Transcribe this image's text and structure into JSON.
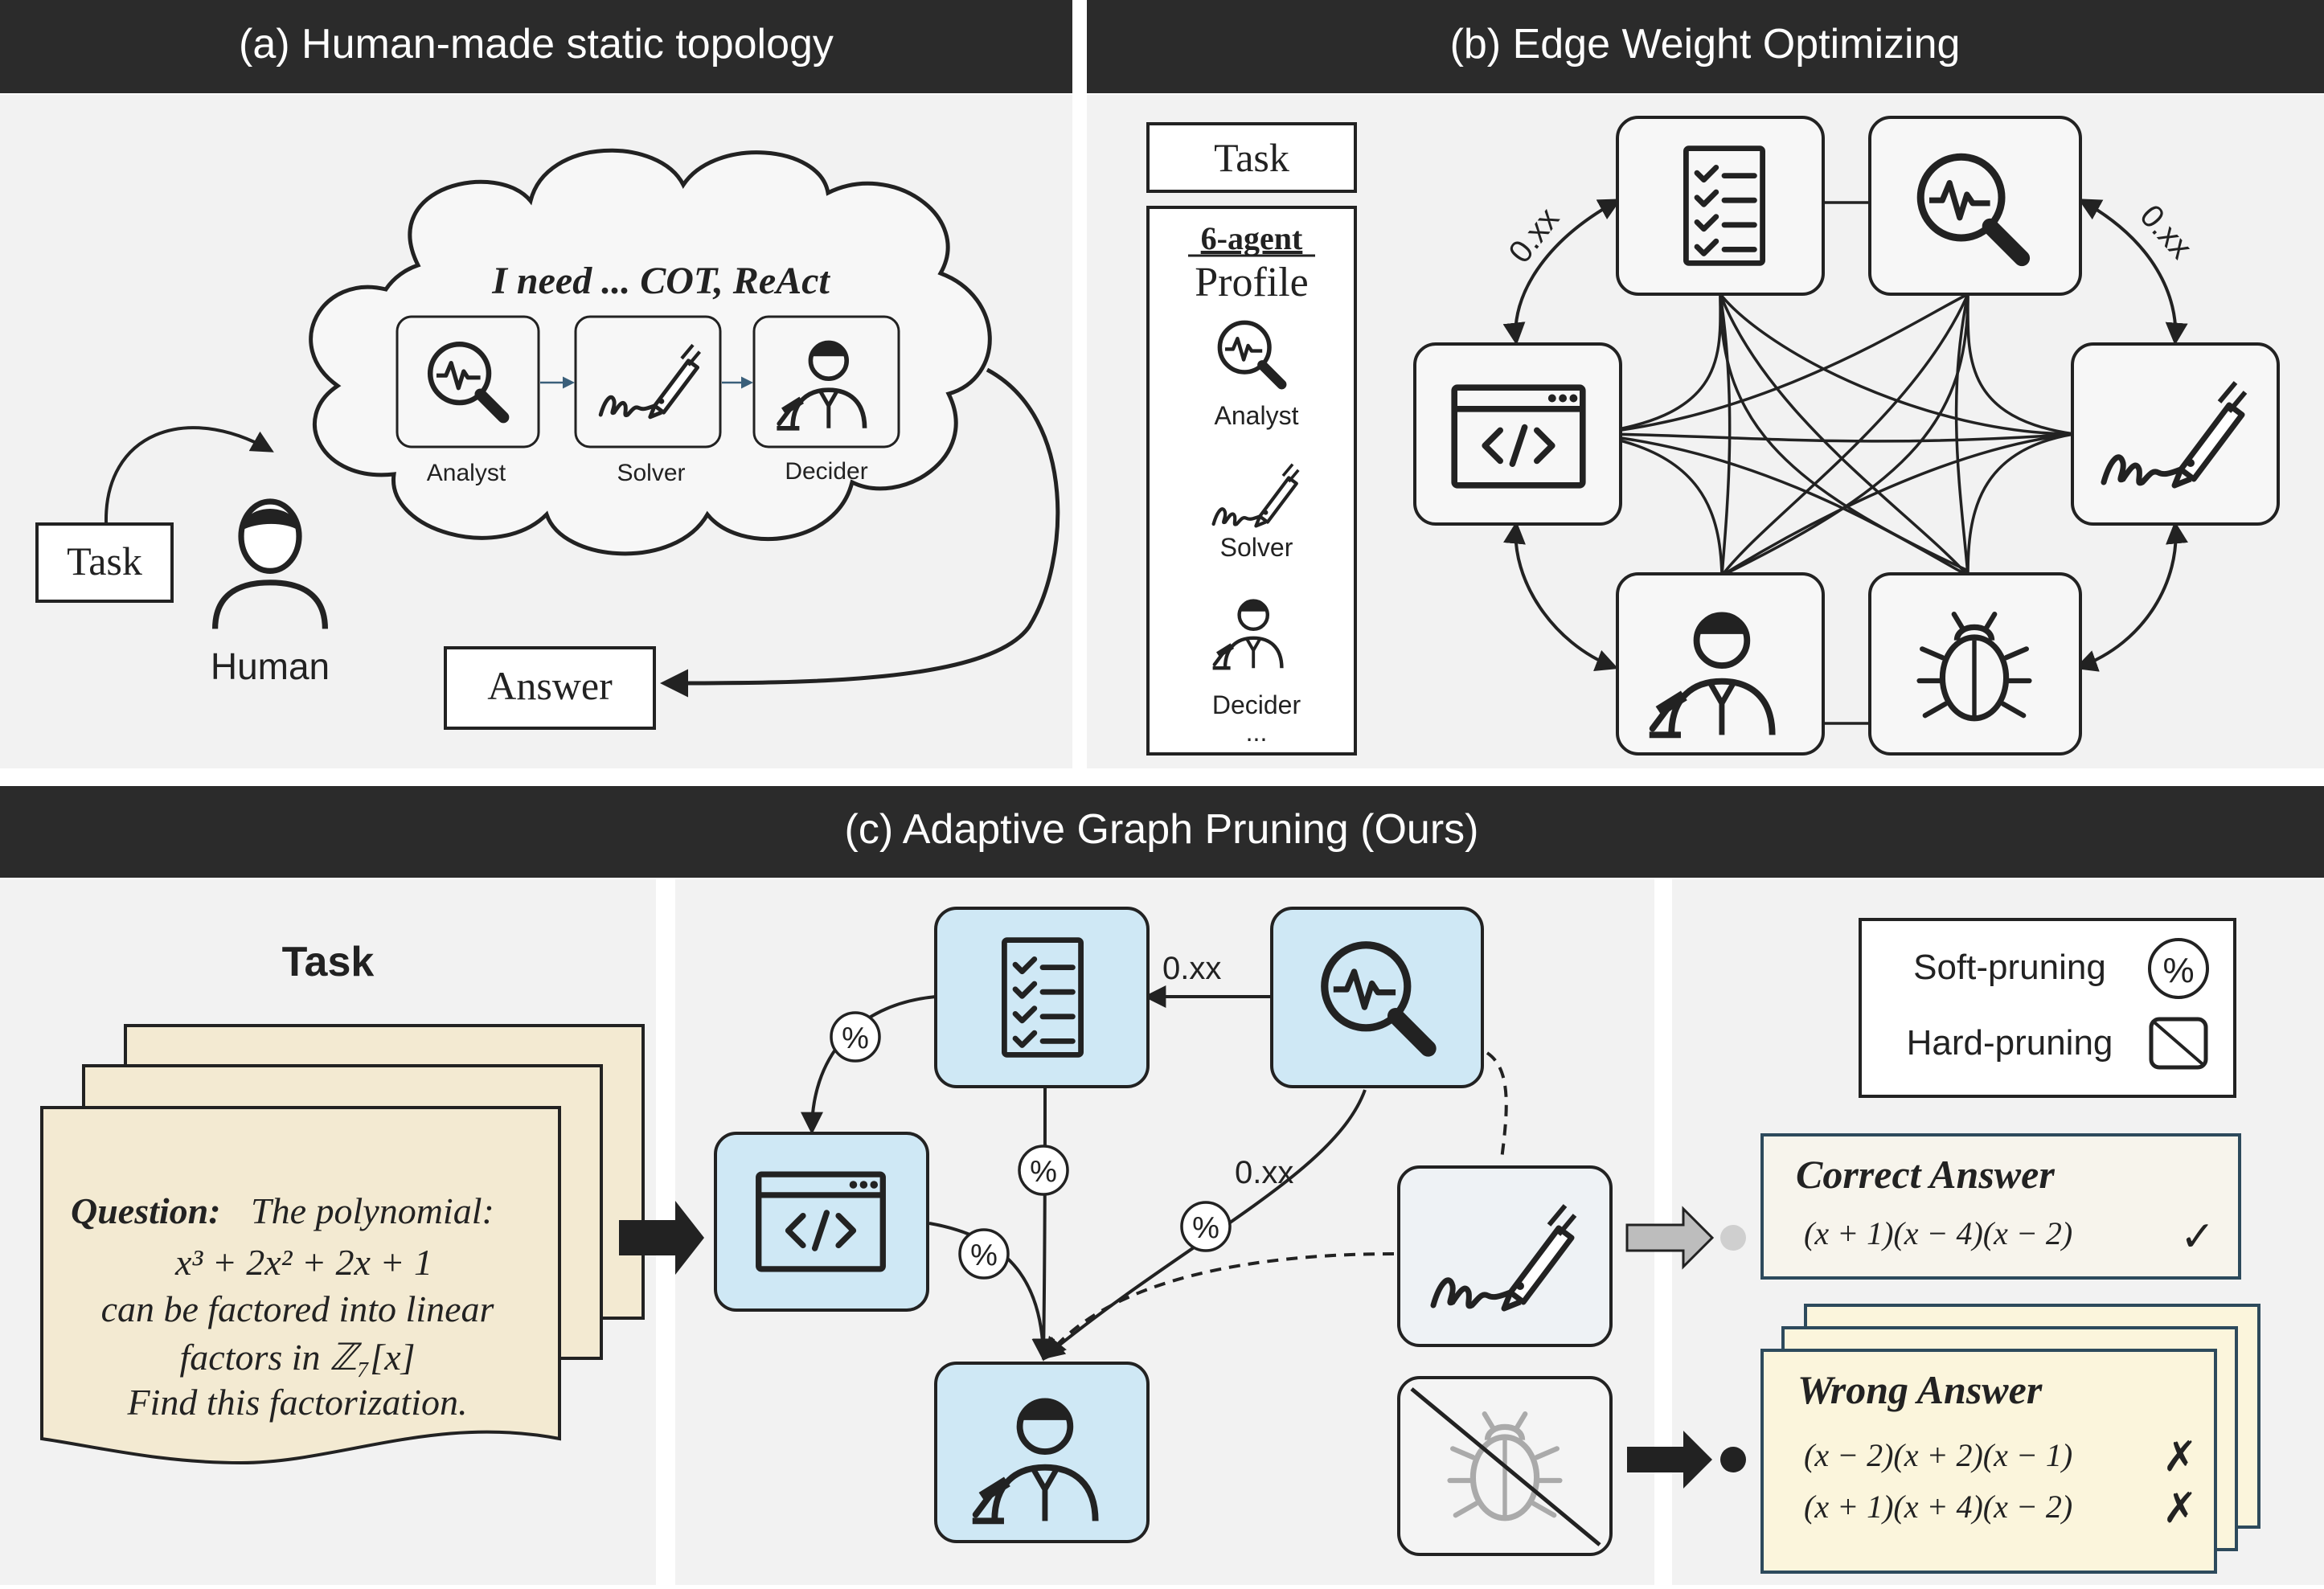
{
  "panel_a": {
    "header": "(a) Human-made static topology",
    "task_label": "Task",
    "human_label": "Human",
    "thought": "I need ... COT, ReAct",
    "agents": [
      "Analyst",
      "Solver",
      "Decider"
    ],
    "answer_label": "Answer"
  },
  "panel_b": {
    "header": "(b) Edge Weight Optimizing",
    "task_label": "Task",
    "profile_title": "6-agent",
    "profile_subtitle": "Profile",
    "profile_agents": [
      "Analyst",
      "Solver",
      "Decider"
    ],
    "ellipsis": "...",
    "weight_left": "0.xx",
    "weight_right": "0.xx"
  },
  "panel_c": {
    "header": "(c) Adaptive Graph Pruning (Ours)",
    "task_title": "Task",
    "question_bold": "Question:",
    "question_lines": [
      "The polynomial:",
      "x³ + 2x² + 2x + 1",
      "can be factored into linear",
      "factors in  ℤ₇[x]",
      "Find this factorization."
    ],
    "weight_top": "0.xx",
    "weight_middle": "0.xx",
    "legend": {
      "soft": "Soft-pruning",
      "hard": "Hard-pruning",
      "soft_symbol": "%"
    },
    "percent_symbol": "%",
    "correct": {
      "title": "Correct Answer",
      "answer": "(x + 1)(x − 4)(x − 2)",
      "mark": "✓"
    },
    "wrong": {
      "title": "Wrong Answer",
      "answers": [
        "(x − 2)(x + 2)(x − 1)",
        "(x + 1)(x + 4)(x − 2)"
      ],
      "mark": "✗"
    }
  },
  "colors": {
    "header_bg": "#2b2b2b",
    "header_text": "#ffffff",
    "panel_bg": "#f2f2f2",
    "line": "#222222",
    "agent_blue": "#cfe8f5",
    "paper": "#f3ead2",
    "correct_bg": "#f7f4ec",
    "wrong_bg": "#fbf5dc"
  },
  "icons": [
    "checklist-icon",
    "magnifier-pulse-icon",
    "code-window-icon",
    "pen-signature-icon",
    "judge-person-icon",
    "bug-icon",
    "person-icon",
    "cloud-icon"
  ]
}
